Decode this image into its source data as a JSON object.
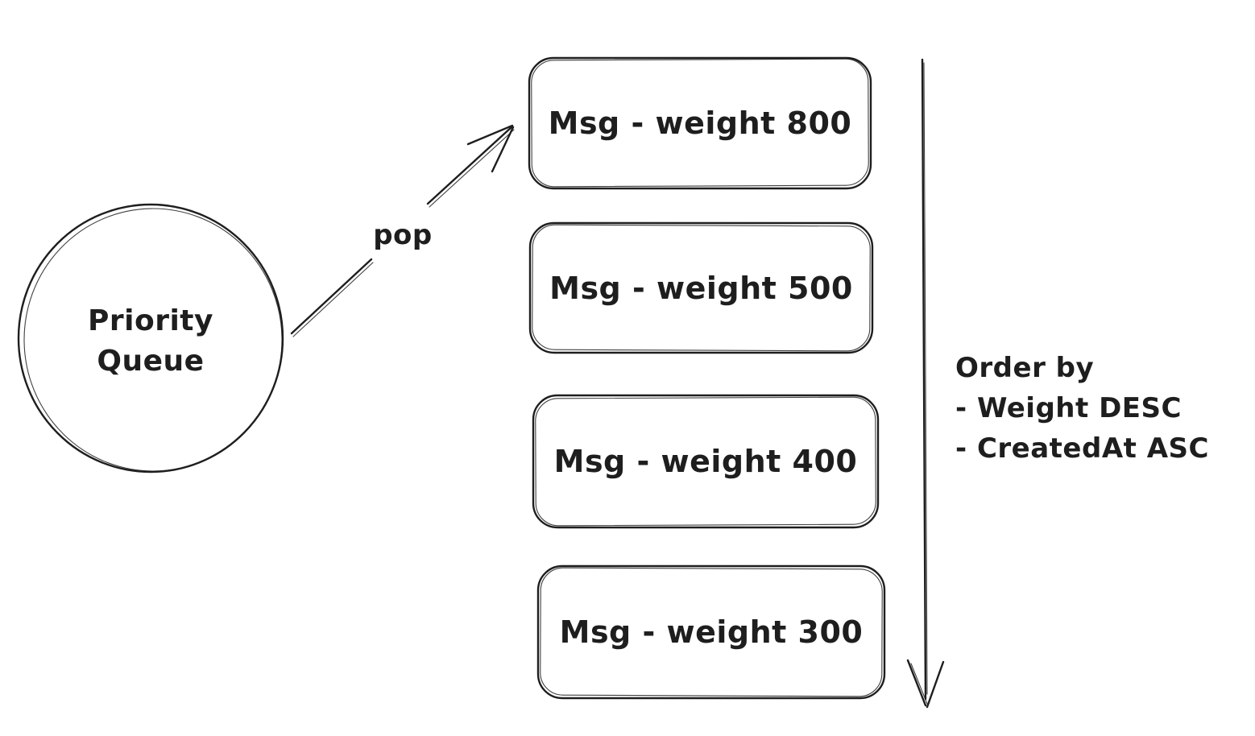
{
  "diagram": {
    "queue": {
      "label": "Priority Queue"
    },
    "pop_arrow": {
      "label": "pop"
    },
    "messages": [
      {
        "label": "Msg - weight 800",
        "weight": 800
      },
      {
        "label": "Msg - weight 500",
        "weight": 500
      },
      {
        "label": "Msg - weight 400",
        "weight": 400
      },
      {
        "label": "Msg - weight 300",
        "weight": 300
      }
    ],
    "order_note": {
      "line1": "Order by",
      "line2": "- Weight DESC",
      "line3": "- CreatedAt ASC"
    },
    "colors": {
      "stroke": "#1e1e1e",
      "background": "#ffffff"
    }
  }
}
